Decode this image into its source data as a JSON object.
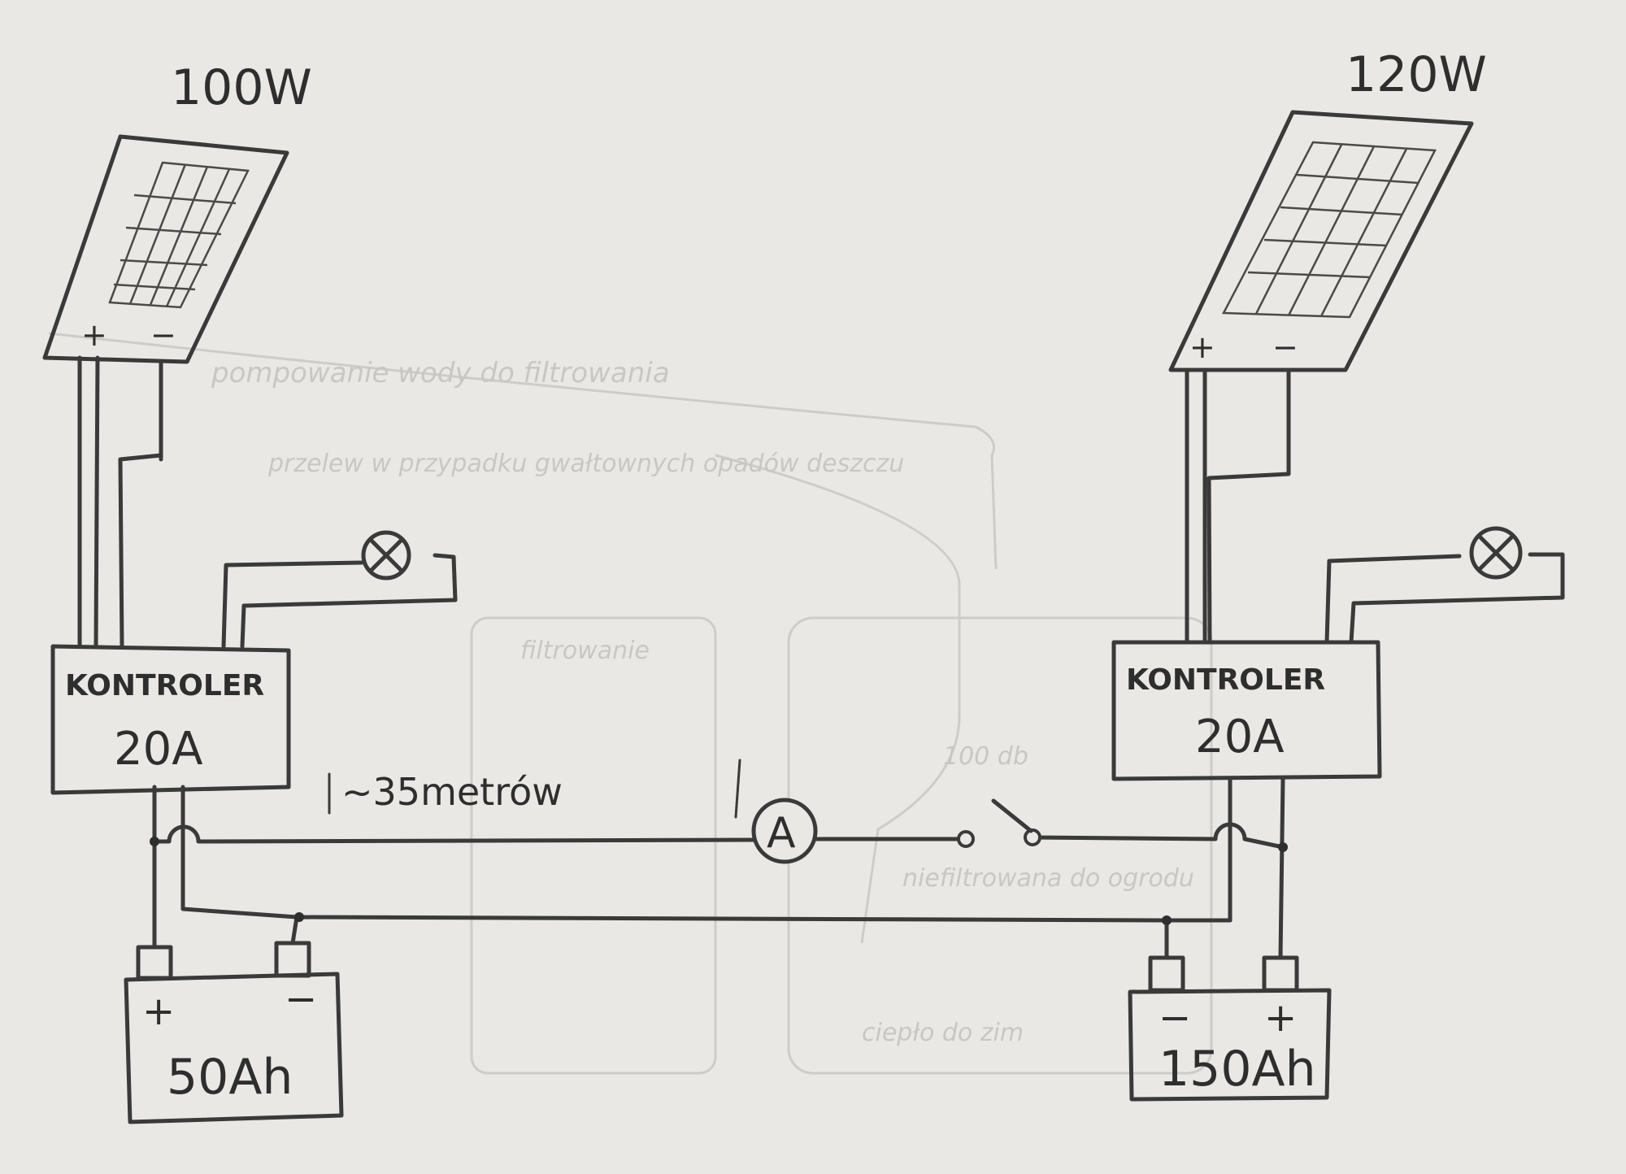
{
  "left": {
    "panel": {
      "power": "100W",
      "plus": "+",
      "minus": "−"
    },
    "controller": {
      "line1": "KONTROLER",
      "line2": "20A"
    },
    "battery": {
      "capacity": "50Ah",
      "plus": "+",
      "minus": "−"
    }
  },
  "right": {
    "panel": {
      "power": "120W",
      "plus": "+",
      "minus": "−"
    },
    "controller": {
      "line1": "KONTROLER",
      "line2": "20A"
    },
    "battery": {
      "capacity": "150Ah",
      "plus": "+",
      "minus": "−"
    }
  },
  "link": {
    "distance": "~35metrów",
    "ammeter": "A"
  },
  "background_traces": [
    "pompowanie wody do filtrowania",
    "przelew w przypadku gwałtownych opadów deszczu",
    "filtrowanie",
    "100 db",
    "niefiltrowana do ogrodu",
    "ciepło do zim"
  ],
  "icons": [
    "lamp-icon",
    "ammeter-icon",
    "switch-icon",
    "solar-panel-icon",
    "battery-icon"
  ]
}
